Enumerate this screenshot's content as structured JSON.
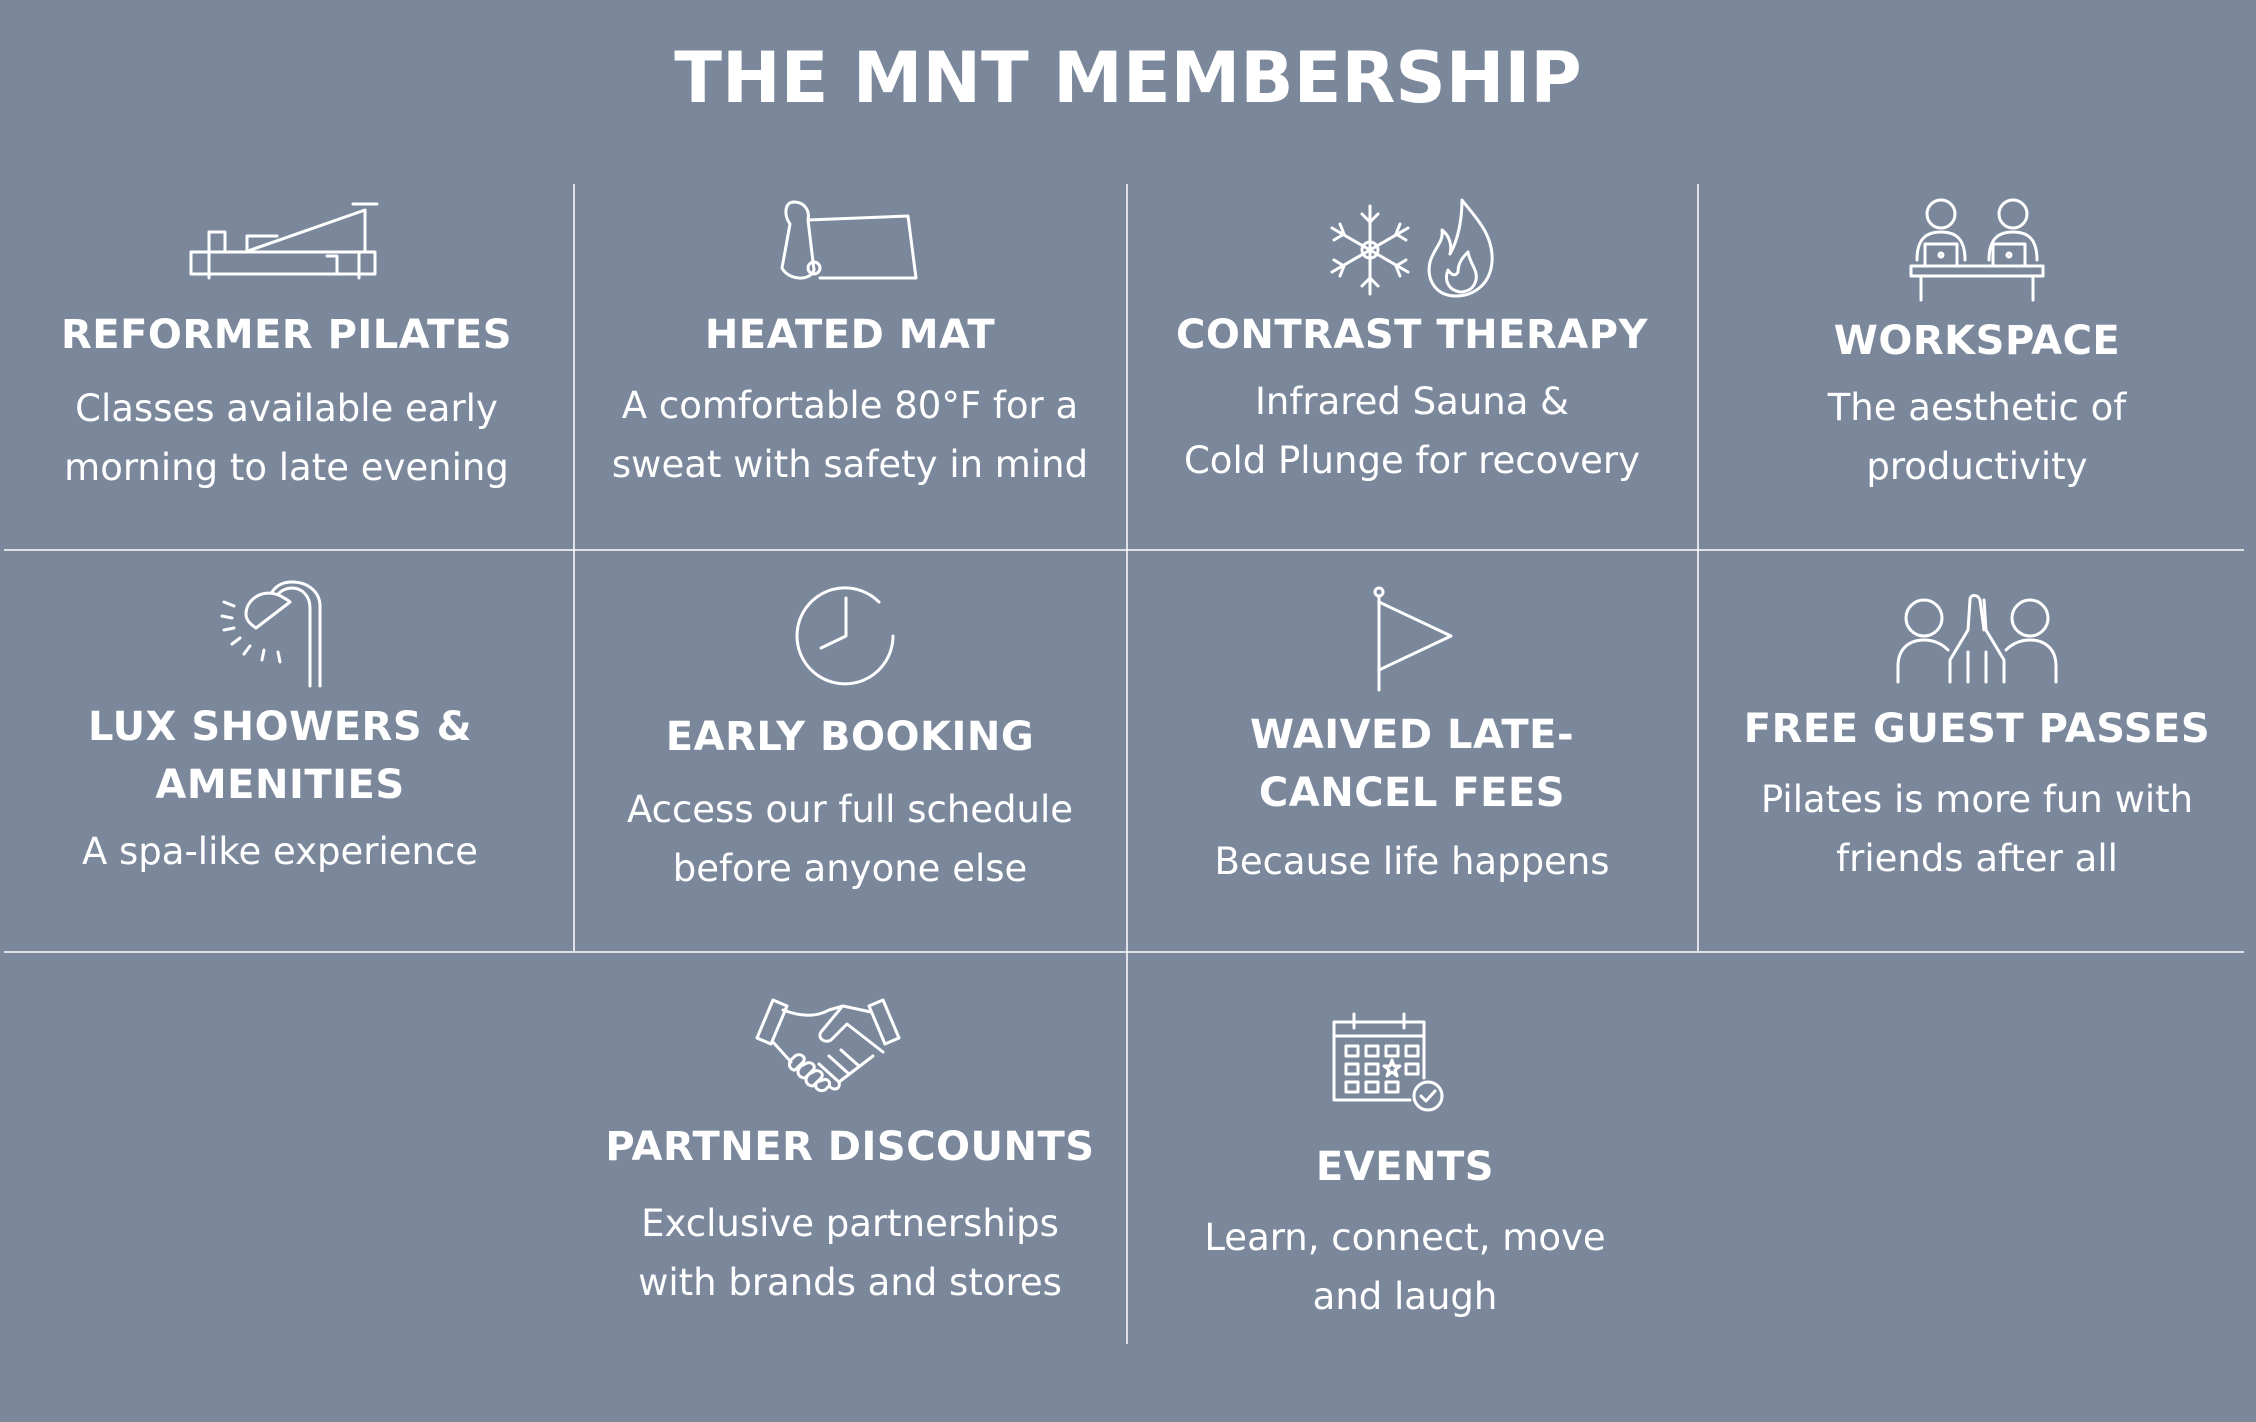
{
  "title": "THE MNT MEMBERSHIP",
  "features": [
    {
      "icon": "reformer-icon",
      "heading": [
        "REFORMER PILATES"
      ],
      "description": [
        "Classes available early",
        "morning to late evening"
      ]
    },
    {
      "icon": "mat-icon",
      "heading": [
        "HEATED MAT"
      ],
      "description": [
        "A comfortable 80°F for a",
        "sweat with safety in mind"
      ]
    },
    {
      "icon": "snowflake-flame-icon",
      "heading": [
        "CONTRAST THERAPY"
      ],
      "description": [
        "Infrared Sauna &",
        "Cold Plunge for recovery"
      ]
    },
    {
      "icon": "workspace-icon",
      "heading": [
        "WORKSPACE"
      ],
      "description": [
        "The aesthetic of",
        "productivity"
      ]
    },
    {
      "icon": "shower-icon",
      "heading": [
        "LUX SHOWERS &",
        "AMENITIES"
      ],
      "description": [
        "A spa-like experience"
      ]
    },
    {
      "icon": "clock-icon",
      "heading": [
        "EARLY BOOKING"
      ],
      "description": [
        "Access our full schedule",
        "before anyone else"
      ]
    },
    {
      "icon": "flag-icon",
      "heading": [
        "WAIVED LATE-",
        "CANCEL FEES"
      ],
      "description": [
        "Because life happens"
      ]
    },
    {
      "icon": "friends-icon",
      "heading": [
        "FREE GUEST PASSES"
      ],
      "description": [
        "Pilates is more fun with",
        "friends after all"
      ]
    },
    {
      "icon": "handshake-icon",
      "heading": [
        "PARTNER DISCOUNTS"
      ],
      "description": [
        "Exclusive partnerships",
        "with brands and stores"
      ]
    },
    {
      "icon": "calendar-icon",
      "heading": [
        "EVENTS"
      ],
      "description": [
        "Learn, connect, move",
        "and laugh"
      ]
    }
  ]
}
